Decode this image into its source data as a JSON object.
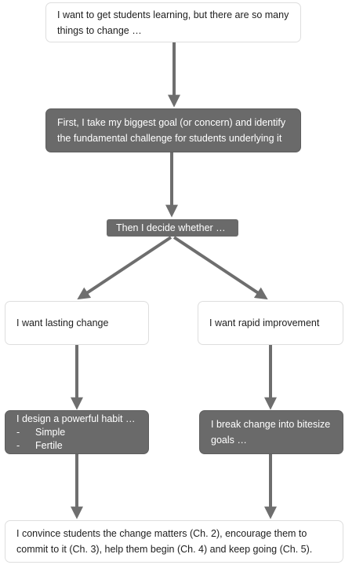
{
  "diagram": {
    "top_box": "I want to get students learning, but there are so many things to change …",
    "first_box": "First, I take my biggest goal (or concern) and identify the fundamental challenge for students underlying it",
    "decide_label": "Then I decide whether …",
    "left_choice": "I want lasting change",
    "right_choice": "I want rapid improvement",
    "left_action": {
      "title": "I design a powerful habit …",
      "bullets": [
        {
          "dash": "-",
          "text": "Simple"
        },
        {
          "dash": "-",
          "text": "Fertile"
        }
      ]
    },
    "right_action": "I break change into bitesize goals …",
    "bottom_box": "I convince students the change matters (Ch. 2), encourage them to commit to it (Ch. 3), help them begin (Ch. 4) and keep going (Ch. 5)."
  },
  "colors": {
    "dark_box": "#6a6a6a",
    "arrow": "#6e6e6e",
    "light_border": "#dedede"
  }
}
